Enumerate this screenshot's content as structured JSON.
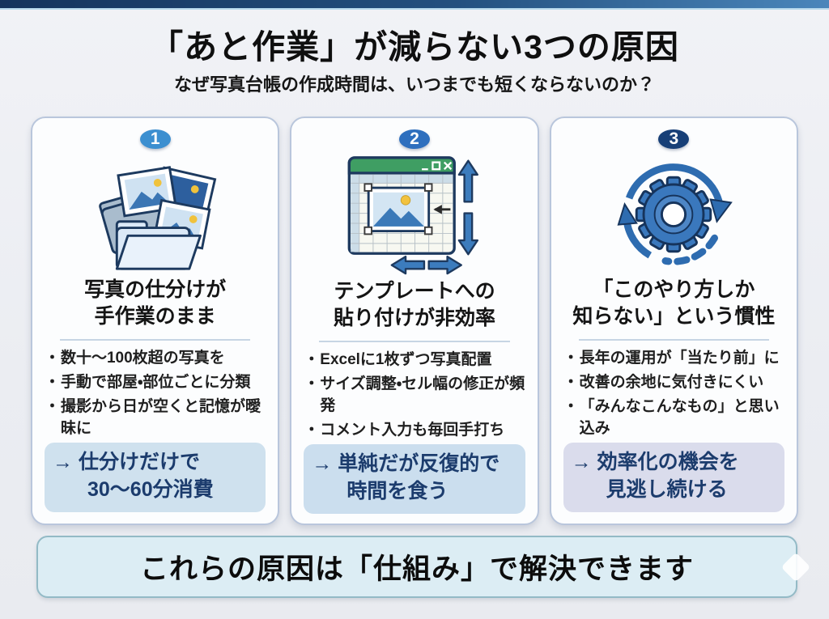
{
  "header": {
    "title": "「あと作業」が減らない3つの原因",
    "subtitle": "なぜ写真台帳の作成時間は、いつまでも短くならないのか？"
  },
  "cards": [
    {
      "number": "1",
      "icon": "photo-folders-icon",
      "title_line1": "写真の仕分けが",
      "title_line2": "手作業のまま",
      "bullets": [
        "数十〜100枚超の写真を",
        "手動で部屋・部位ごとに分類",
        "撮影から日が空くと記憶が曖昧に"
      ],
      "highlight_line1": "→ 仕分けだけで",
      "highlight_line2": "30〜60分消費"
    },
    {
      "number": "2",
      "icon": "spreadsheet-paste-icon",
      "title_line1": "テンプレートへの",
      "title_line2": "貼り付けが非効率",
      "bullets": [
        "Excelに1枚ずつ写真配置",
        "サイズ調整・セル幅の修正が頻発",
        "コメント入力も毎回手打ち"
      ],
      "highlight_line1": "→ 単純だが反復的で",
      "highlight_line2": "時間を食う"
    },
    {
      "number": "3",
      "icon": "gear-cycle-icon",
      "title_line1": "「このやり方しか",
      "title_line2": "知らない」という慣性",
      "bullets": [
        "長年の運用が「当たり前」に",
        "改善の余地に気付きにくい",
        "「みんなこんなもの」と思い込み"
      ],
      "highlight_line1": "→ 効率化の機会を",
      "highlight_line2": "見逃し続ける"
    }
  ],
  "banner": {
    "text": "これらの原因は「仕組み」で解決できます"
  },
  "colors": {
    "topbar_left": "#15345d",
    "topbar_right": "#4a86bb",
    "circle1": "#3c8fd0",
    "circle2": "#2e6fbe",
    "circle3": "#173f77",
    "highlight1_bg": "#cfe1ee",
    "highlight2_bg": "#cbdeee",
    "highlight3_bg": "#dadcec",
    "highlight_text": "#1c3c6d",
    "banner_bg": "#dcedf4",
    "banner_border": "#93bac6",
    "card_border": "#b9c6dc"
  }
}
